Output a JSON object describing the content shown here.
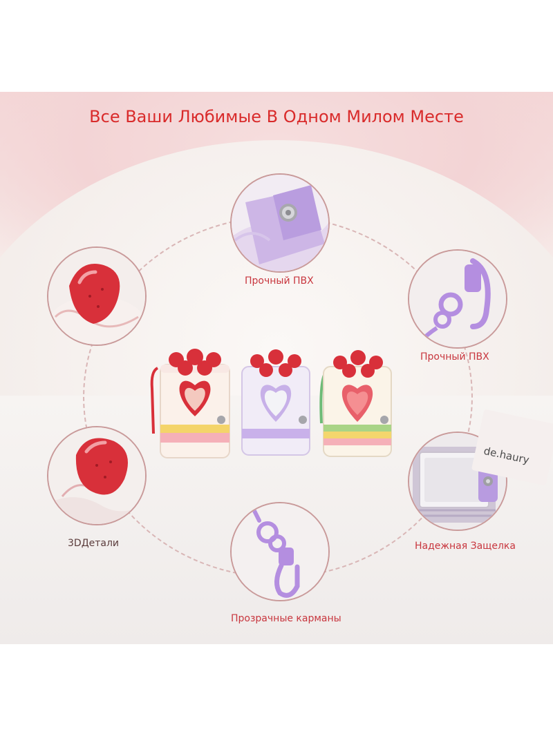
{
  "title": "Все Ваши Любимые В Одном Милом Месте",
  "features": [
    {
      "id": "top",
      "label": "Прочный ПВХ"
    },
    {
      "id": "right-top",
      "label": "Прочный ПВХ"
    },
    {
      "id": "right-bottom",
      "label": "Надежная Защелка"
    },
    {
      "id": "bottom",
      "label": "Прозрачные карманы"
    },
    {
      "id": "left-bottom",
      "label": "3DДетали"
    },
    {
      "id": "left-top",
      "label": ""
    }
  ],
  "brand_text": "de.haury",
  "colors": {
    "title": "#d92b2b",
    "label": "#c8363e",
    "strawberry": "#d8303a",
    "lavender": "#b89be0",
    "cream": "#fbf4ee"
  }
}
